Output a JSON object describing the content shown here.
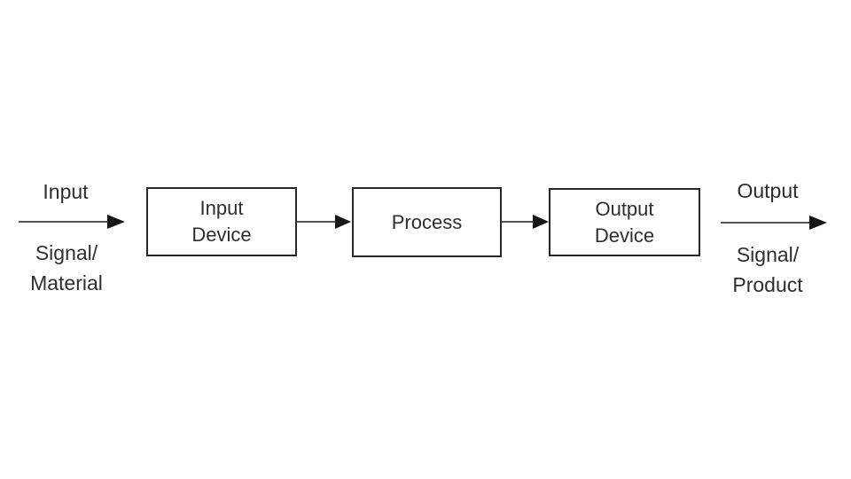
{
  "diagram": {
    "type": "block-flow",
    "nodes": [
      {
        "id": "input-device",
        "lines": [
          "Input",
          "Device"
        ]
      },
      {
        "id": "process",
        "lines": [
          "Process"
        ]
      },
      {
        "id": "output-device",
        "lines": [
          "Output",
          "Device"
        ]
      }
    ],
    "edges": [
      {
        "from": "external-input",
        "to": "input-device"
      },
      {
        "from": "input-device",
        "to": "process"
      },
      {
        "from": "process",
        "to": "output-device"
      },
      {
        "from": "output-device",
        "to": "external-output"
      }
    ],
    "annotations": {
      "input": {
        "above_arrow": "Input",
        "below_arrow": [
          "Signal/",
          "Material"
        ]
      },
      "output": {
        "above_arrow": "Output",
        "below_arrow": [
          "Signal/",
          "Product"
        ]
      }
    }
  },
  "colors": {
    "background": "#ffffff",
    "box_border": "#272727",
    "text": "#2e2e2e",
    "arrow_line": "#58585a",
    "arrow_head": "#161616"
  }
}
